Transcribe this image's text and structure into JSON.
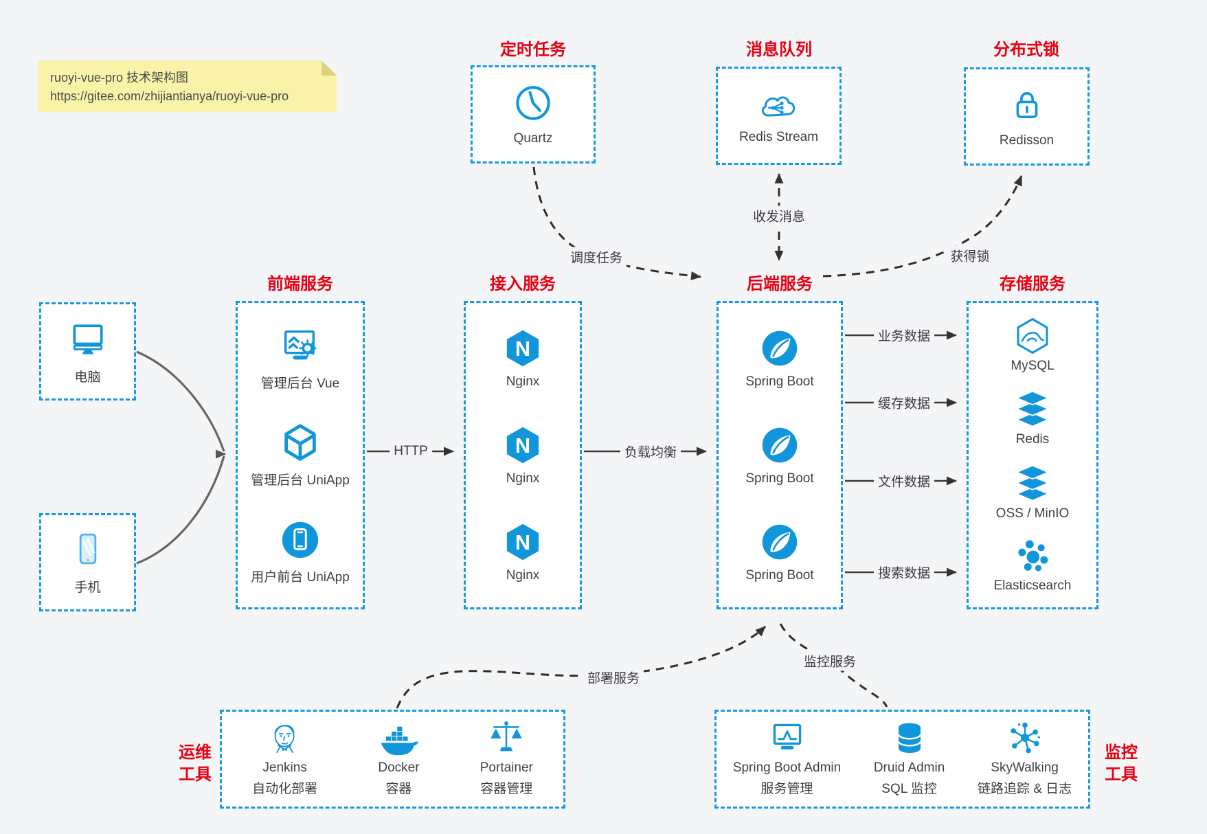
{
  "page": {
    "background": "#f4f5f6"
  },
  "colors": {
    "accent_blue": "#1296db",
    "border_blue": "#1798e5",
    "title_red": "#e60012",
    "text": "#3f3f46",
    "note_bg": "#f9f3a9",
    "line_dark": "#333333",
    "line_gray": "#666666"
  },
  "note": {
    "line1": "ruoyi-vue-pro 技术架构图",
    "line2": "https://gitee.com/zhijiantianya/ruoyi-vue-pro"
  },
  "icon_glyphs": {
    "nginx": "N"
  },
  "clients": [
    {
      "icon": "computer-icon",
      "label": "电脑"
    },
    {
      "icon": "phone-icon",
      "label": "手机"
    }
  ],
  "top_groups": [
    {
      "title": "定时任务",
      "icon": "clock-icon",
      "label": "Quartz"
    },
    {
      "title": "消息队列",
      "icon": "cloud-queue-icon",
      "label": "Redis Stream"
    },
    {
      "title": "分布式锁",
      "icon": "lock-icon",
      "label": "Redisson"
    }
  ],
  "columns": [
    {
      "title": "前端服务",
      "items": [
        {
          "icon": "admin-vue-icon",
          "label": "管理后台 Vue"
        },
        {
          "icon": "cube-icon",
          "label": "管理后台 UniApp"
        },
        {
          "icon": "mobile-app-icon",
          "label": "用户前台 UniApp"
        }
      ]
    },
    {
      "title": "接入服务",
      "items": [
        {
          "icon": "nginx-icon",
          "label": "Nginx"
        },
        {
          "icon": "nginx-icon",
          "label": "Nginx"
        },
        {
          "icon": "nginx-icon",
          "label": "Nginx"
        }
      ]
    },
    {
      "title": "后端服务",
      "items": [
        {
          "icon": "spring-boot-icon",
          "label": "Spring Boot"
        },
        {
          "icon": "spring-boot-icon",
          "label": "Spring Boot"
        },
        {
          "icon": "spring-boot-icon",
          "label": "Spring Boot"
        }
      ]
    },
    {
      "title": "存储服务",
      "items": [
        {
          "icon": "mysql-icon",
          "label": "MySQL"
        },
        {
          "icon": "redis-stack-icon",
          "label": "Redis"
        },
        {
          "icon": "storage-stack-icon",
          "label": "OSS / MinIO"
        },
        {
          "icon": "elasticsearch-icon",
          "label": "Elasticsearch"
        }
      ]
    }
  ],
  "bottom_groups": [
    {
      "title_lines": [
        "运维",
        "工具"
      ],
      "items": [
        {
          "icon": "jenkins-icon",
          "label": "Jenkins",
          "sublabel": "自动化部署"
        },
        {
          "icon": "docker-icon",
          "label": "Docker",
          "sublabel": "容器"
        },
        {
          "icon": "portainer-icon",
          "label": "Portainer",
          "sublabel": "容器管理"
        }
      ]
    },
    {
      "title_lines": [
        "监控",
        "工具"
      ],
      "items": [
        {
          "icon": "spring-boot-admin-icon",
          "label": "Spring Boot Admin",
          "sublabel": "服务管理"
        },
        {
          "icon": "druid-icon",
          "label": "Druid Admin",
          "sublabel": "SQL 监控"
        },
        {
          "icon": "skywalking-icon",
          "label": "SkyWalking",
          "sublabel": "链路追踪 & 日志"
        }
      ]
    }
  ],
  "edge_labels": {
    "dispatch": "调度任务",
    "message": "收发消息",
    "lock": "获得锁",
    "http": "HTTP",
    "load_balance": "负载均衡",
    "business_data": "业务数据",
    "cache_data": "缓存数据",
    "file_data": "文件数据",
    "search_data": "搜索数据",
    "deploy": "部署服务",
    "monitor": "监控服务"
  }
}
